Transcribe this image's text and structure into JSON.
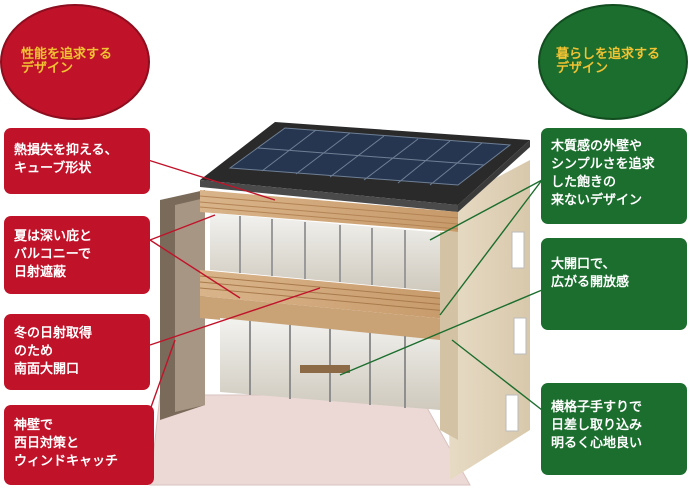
{
  "colors": {
    "red": "#c0132a",
    "green": "#1b6e2e",
    "gold": "#f1c232"
  },
  "header_left": {
    "lines": [
      "性能を追求する",
      "デザイン"
    ]
  },
  "header_right": {
    "lines": [
      "暮らしを追求する",
      "デザイン"
    ]
  },
  "left_labels": [
    {
      "lines": [
        "熱損失を抑える、",
        "キューブ形状"
      ]
    },
    {
      "lines": [
        "夏は深い庇と",
        "バルコニーで",
        "日射遮蔽"
      ]
    },
    {
      "lines": [
        "冬の日射取得",
        "のため",
        "南面大開口"
      ]
    },
    {
      "lines": [
        "神壁で",
        "西日対策と",
        "ウィンドキャッチ"
      ]
    }
  ],
  "right_labels": [
    {
      "lines": [
        "木質感の外壁や",
        "シンプルさを追求",
        "した飽きの",
        "来ないデザイン"
      ]
    },
    {
      "lines": [
        "大開口で、",
        "広がる開放感"
      ]
    },
    {
      "lines": [
        "横格子手すりで",
        "日差し取り込み",
        "明るく心地良い"
      ]
    }
  ]
}
